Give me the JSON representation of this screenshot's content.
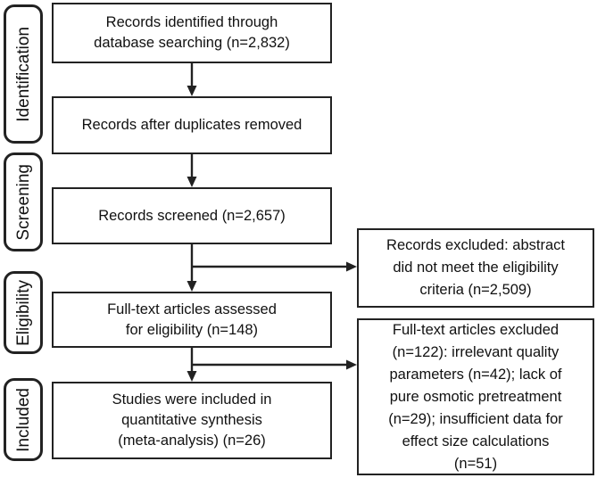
{
  "colors": {
    "background": "#ffffff",
    "border": "#222222",
    "text": "#111111"
  },
  "stages": [
    {
      "id": "identification",
      "label": "Identification"
    },
    {
      "id": "screening",
      "label": "Screening"
    },
    {
      "id": "eligibility",
      "label": "Eligibility"
    },
    {
      "id": "included",
      "label": "Included"
    }
  ],
  "flow_boxes": [
    {
      "id": "records-identified",
      "text": "Records identified through\ndatabase searching (n=2,832)"
    },
    {
      "id": "duplicates-removed",
      "text": "Records after duplicates removed"
    },
    {
      "id": "records-screened",
      "text": "Records screened (n=2,657)"
    },
    {
      "id": "fulltext-assessed",
      "text": "Full-text articles assessed\nfor eligibility (n=148)"
    },
    {
      "id": "studies-included",
      "text": "Studies were included in\nquantitative synthesis\n(meta-analysis) (n=26)"
    }
  ],
  "exclusion_boxes": [
    {
      "id": "records-excluded",
      "text": "Records excluded: abstract\ndid not meet the eligibility\ncriteria (n=2,509)"
    },
    {
      "id": "fulltext-excluded",
      "text": "Full-text articles excluded\n(n=122): irrelevant quality\nparameters (n=42); lack of\npure osmotic pretreatment\n(n=29); insufficient data for\neffect size calculations\n(n=51)"
    }
  ]
}
